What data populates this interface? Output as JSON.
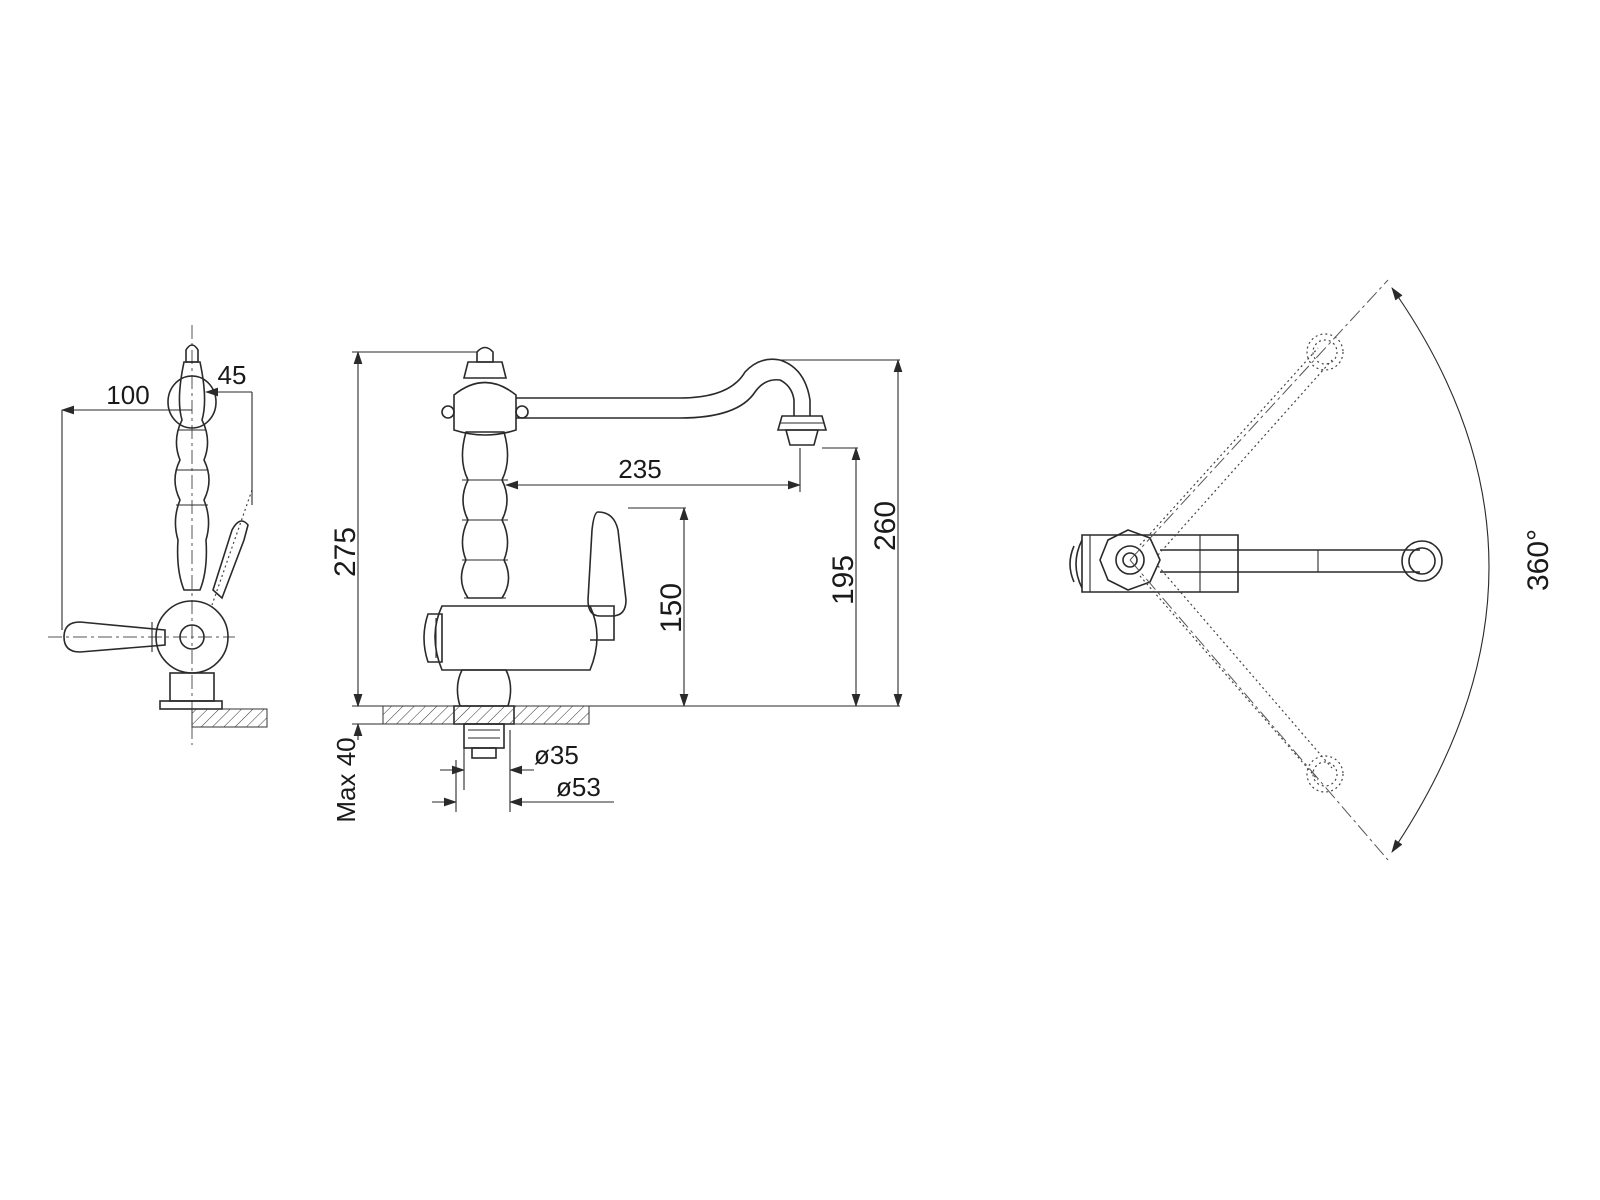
{
  "dimensions": {
    "side_reach": "100",
    "side_offset": "45",
    "spout_reach": "235",
    "total_height": "275",
    "spout_height": "260",
    "outlet_height": "195",
    "lever_height": "150",
    "max_deck": "Max 40",
    "hole_diameter": "ø35",
    "base_diameter": "ø53",
    "swivel_angle": "360°"
  },
  "colors": {
    "line": "#2a2a2a",
    "background": "#ffffff"
  }
}
